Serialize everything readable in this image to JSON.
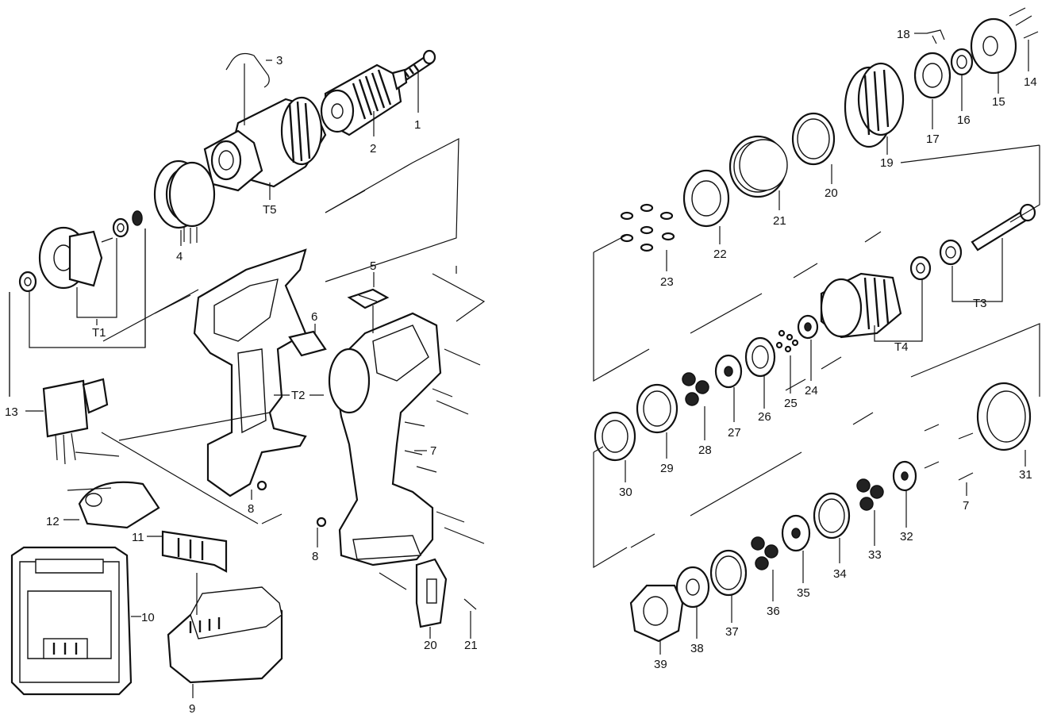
{
  "diagram_type": "exploded parts diagram",
  "callouts": {
    "c1": "1",
    "c2": "2",
    "c3": "3",
    "c4": "4",
    "c5": "5",
    "c6": "6",
    "c7a": "7",
    "c7b": "7",
    "c8a": "8",
    "c8b": "8",
    "c9": "9",
    "c10": "10",
    "c11": "11",
    "c12": "12",
    "c13": "13",
    "c14": "14",
    "c15": "15",
    "c16": "16",
    "c17": "17",
    "c18": "18",
    "c19": "19",
    "c20a": "20",
    "c20b": "20",
    "c21a": "21",
    "c21b": "21",
    "c22": "22",
    "c23": "23",
    "c24": "24",
    "c25": "25",
    "c26": "26",
    "c27": "27",
    "c28": "28",
    "c29": "29",
    "c30": "30",
    "c31": "31",
    "c32": "32",
    "c33": "33",
    "c34": "34",
    "c35": "35",
    "c36": "36",
    "c37": "37",
    "c38": "38",
    "c39": "39",
    "t1": "T1",
    "t2": "T2",
    "t3": "T3",
    "t4": "T4",
    "t5": "T5"
  }
}
